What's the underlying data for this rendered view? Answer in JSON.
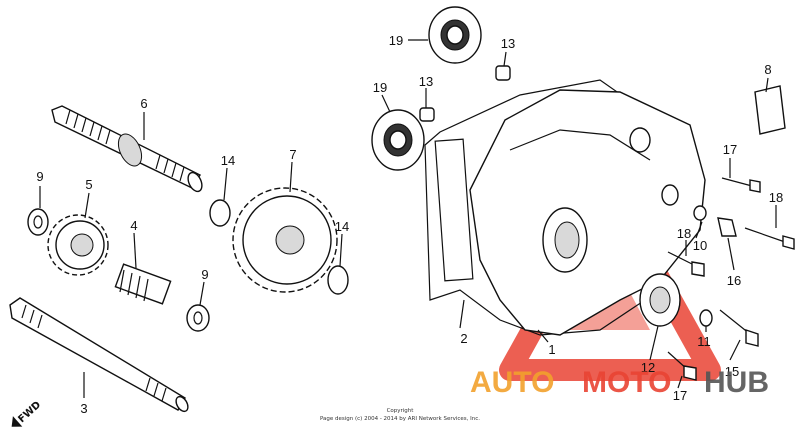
{
  "callouts": {
    "p1": "1",
    "p2": "2",
    "p3": "3",
    "p4": "4",
    "p5": "5",
    "p6": "6",
    "p7": "7",
    "p8": "8",
    "p9a": "9",
    "p9b": "9",
    "p10": "10",
    "p11": "11",
    "p12": "12",
    "p13a": "13",
    "p13b": "13",
    "p14a": "14",
    "p14b": "14",
    "p15": "15",
    "p16": "16",
    "p17a": "17",
    "p17b": "17",
    "p18a": "18",
    "p18b": "18",
    "p19a": "19",
    "p19b": "19"
  },
  "direction_label": "FWD",
  "copyright": {
    "line1": "Copyright",
    "line2": "Page design (c) 2004 - 2014 by ARI Network Services, Inc."
  },
  "watermark": {
    "part1": "AUTO",
    "part2": "MOTO",
    "part3": "HUB",
    "colors": {
      "auto": "#f2a12d",
      "moto": "#e94434",
      "hub": "#555555",
      "triangle": "#e94434"
    }
  }
}
